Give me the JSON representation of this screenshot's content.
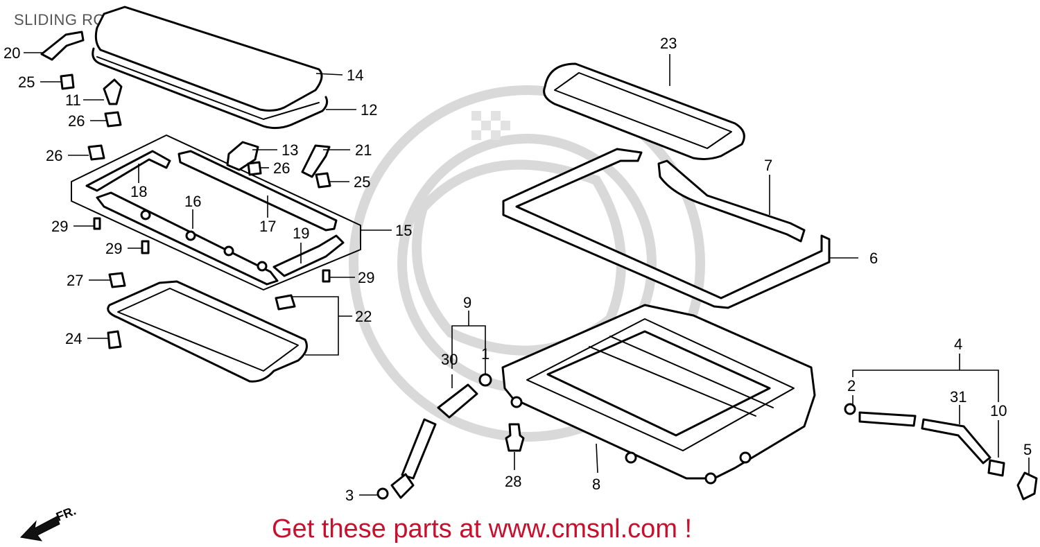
{
  "title": "SLIDING ROOF",
  "footer": "Get these parts at www.cmsnl.com !",
  "direction_label": "FR.",
  "callouts": [
    "20",
    "25",
    "11",
    "26",
    "26",
    "14",
    "12",
    "13",
    "26",
    "21",
    "25",
    "18",
    "16",
    "17",
    "15",
    "29",
    "29",
    "19",
    "29",
    "27",
    "22",
    "24",
    "23",
    "7",
    "6",
    "9",
    "30",
    "1",
    "2",
    "4",
    "31",
    "10",
    "5",
    "3",
    "28",
    "8"
  ],
  "colors": {
    "footer": "#c8102e",
    "title": "#555555",
    "line": "#000000",
    "watermark": "#d9d9d9"
  }
}
